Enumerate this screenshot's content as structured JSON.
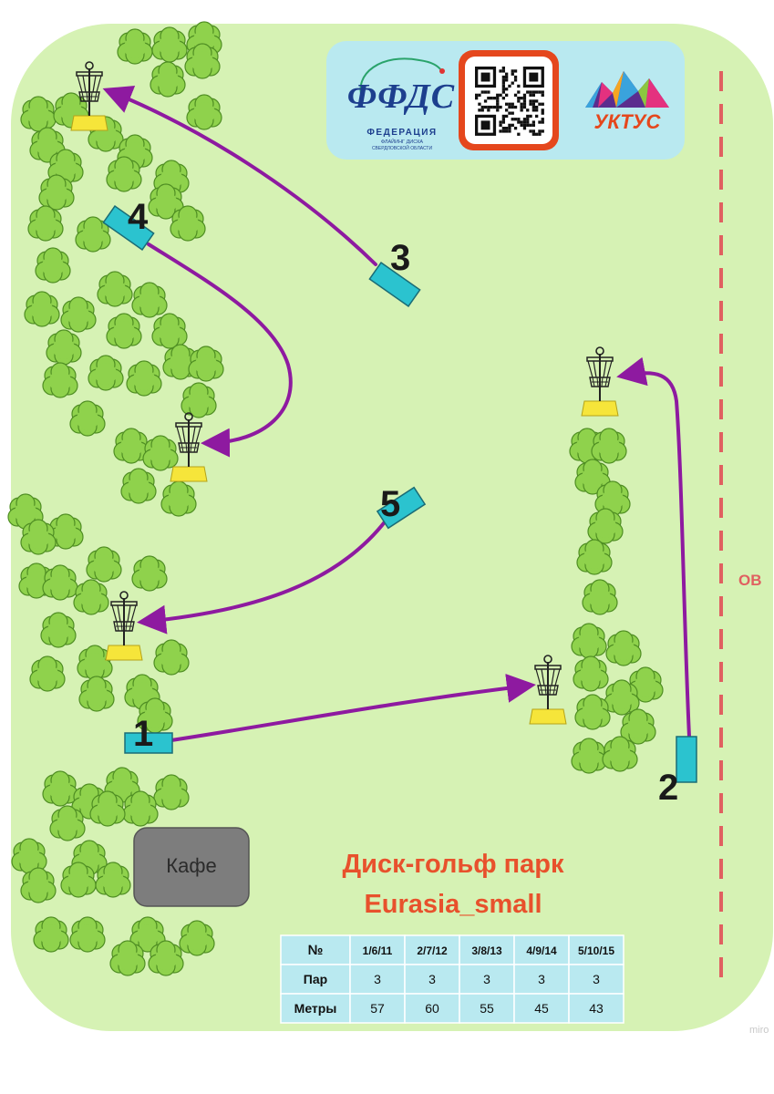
{
  "colors": {
    "park": "#d6f2b4",
    "tree_fill": "#8fd24c",
    "tree_stroke": "#4f8e23",
    "fairway": "#8e1aa0",
    "tee": "#2bc3cf",
    "basket_base": "#f6e53a",
    "ob_line": "#e06060",
    "title": "#e8512c",
    "header_panel": "#b9e9f0",
    "table_cell": "#b9e9f0",
    "cafe": "#7d7d7d"
  },
  "icons": {
    "basket": "disc-golf-basket-icon",
    "tee": "tee-pad-icon",
    "tree": "tree-icon",
    "qr": "qr-code-icon",
    "logo_left": "ffds-federation-logo",
    "logo_right": "uktus-logo"
  },
  "header": {
    "federation_logo_text": "ФФДС",
    "federation_line1": "ФЕДЕРАЦИЯ",
    "federation_line2": "ФЛАЙИНГ ДИСКА",
    "federation_line3": "СВЕРДЛОВСКОЙ ОБЛАСТИ",
    "uktus_text": "УКТУС"
  },
  "holes": [
    {
      "number": "1"
    },
    {
      "number": "2"
    },
    {
      "number": "3"
    },
    {
      "number": "4"
    },
    {
      "number": "5"
    }
  ],
  "ob_label": "OB",
  "cafe_label": "Кафе",
  "title_line1": "Диск-гольф парк",
  "title_line2": "Eurasia_small",
  "table": {
    "header": [
      "№",
      "1/6/11",
      "2/7/12",
      "3/8/13",
      "4/9/14",
      "5/10/15"
    ],
    "rows": [
      [
        "Пар",
        "3",
        "3",
        "3",
        "3",
        "3"
      ],
      [
        "Метры",
        "57",
        "60",
        "55",
        "45",
        "43"
      ]
    ]
  },
  "watermark": "miro"
}
